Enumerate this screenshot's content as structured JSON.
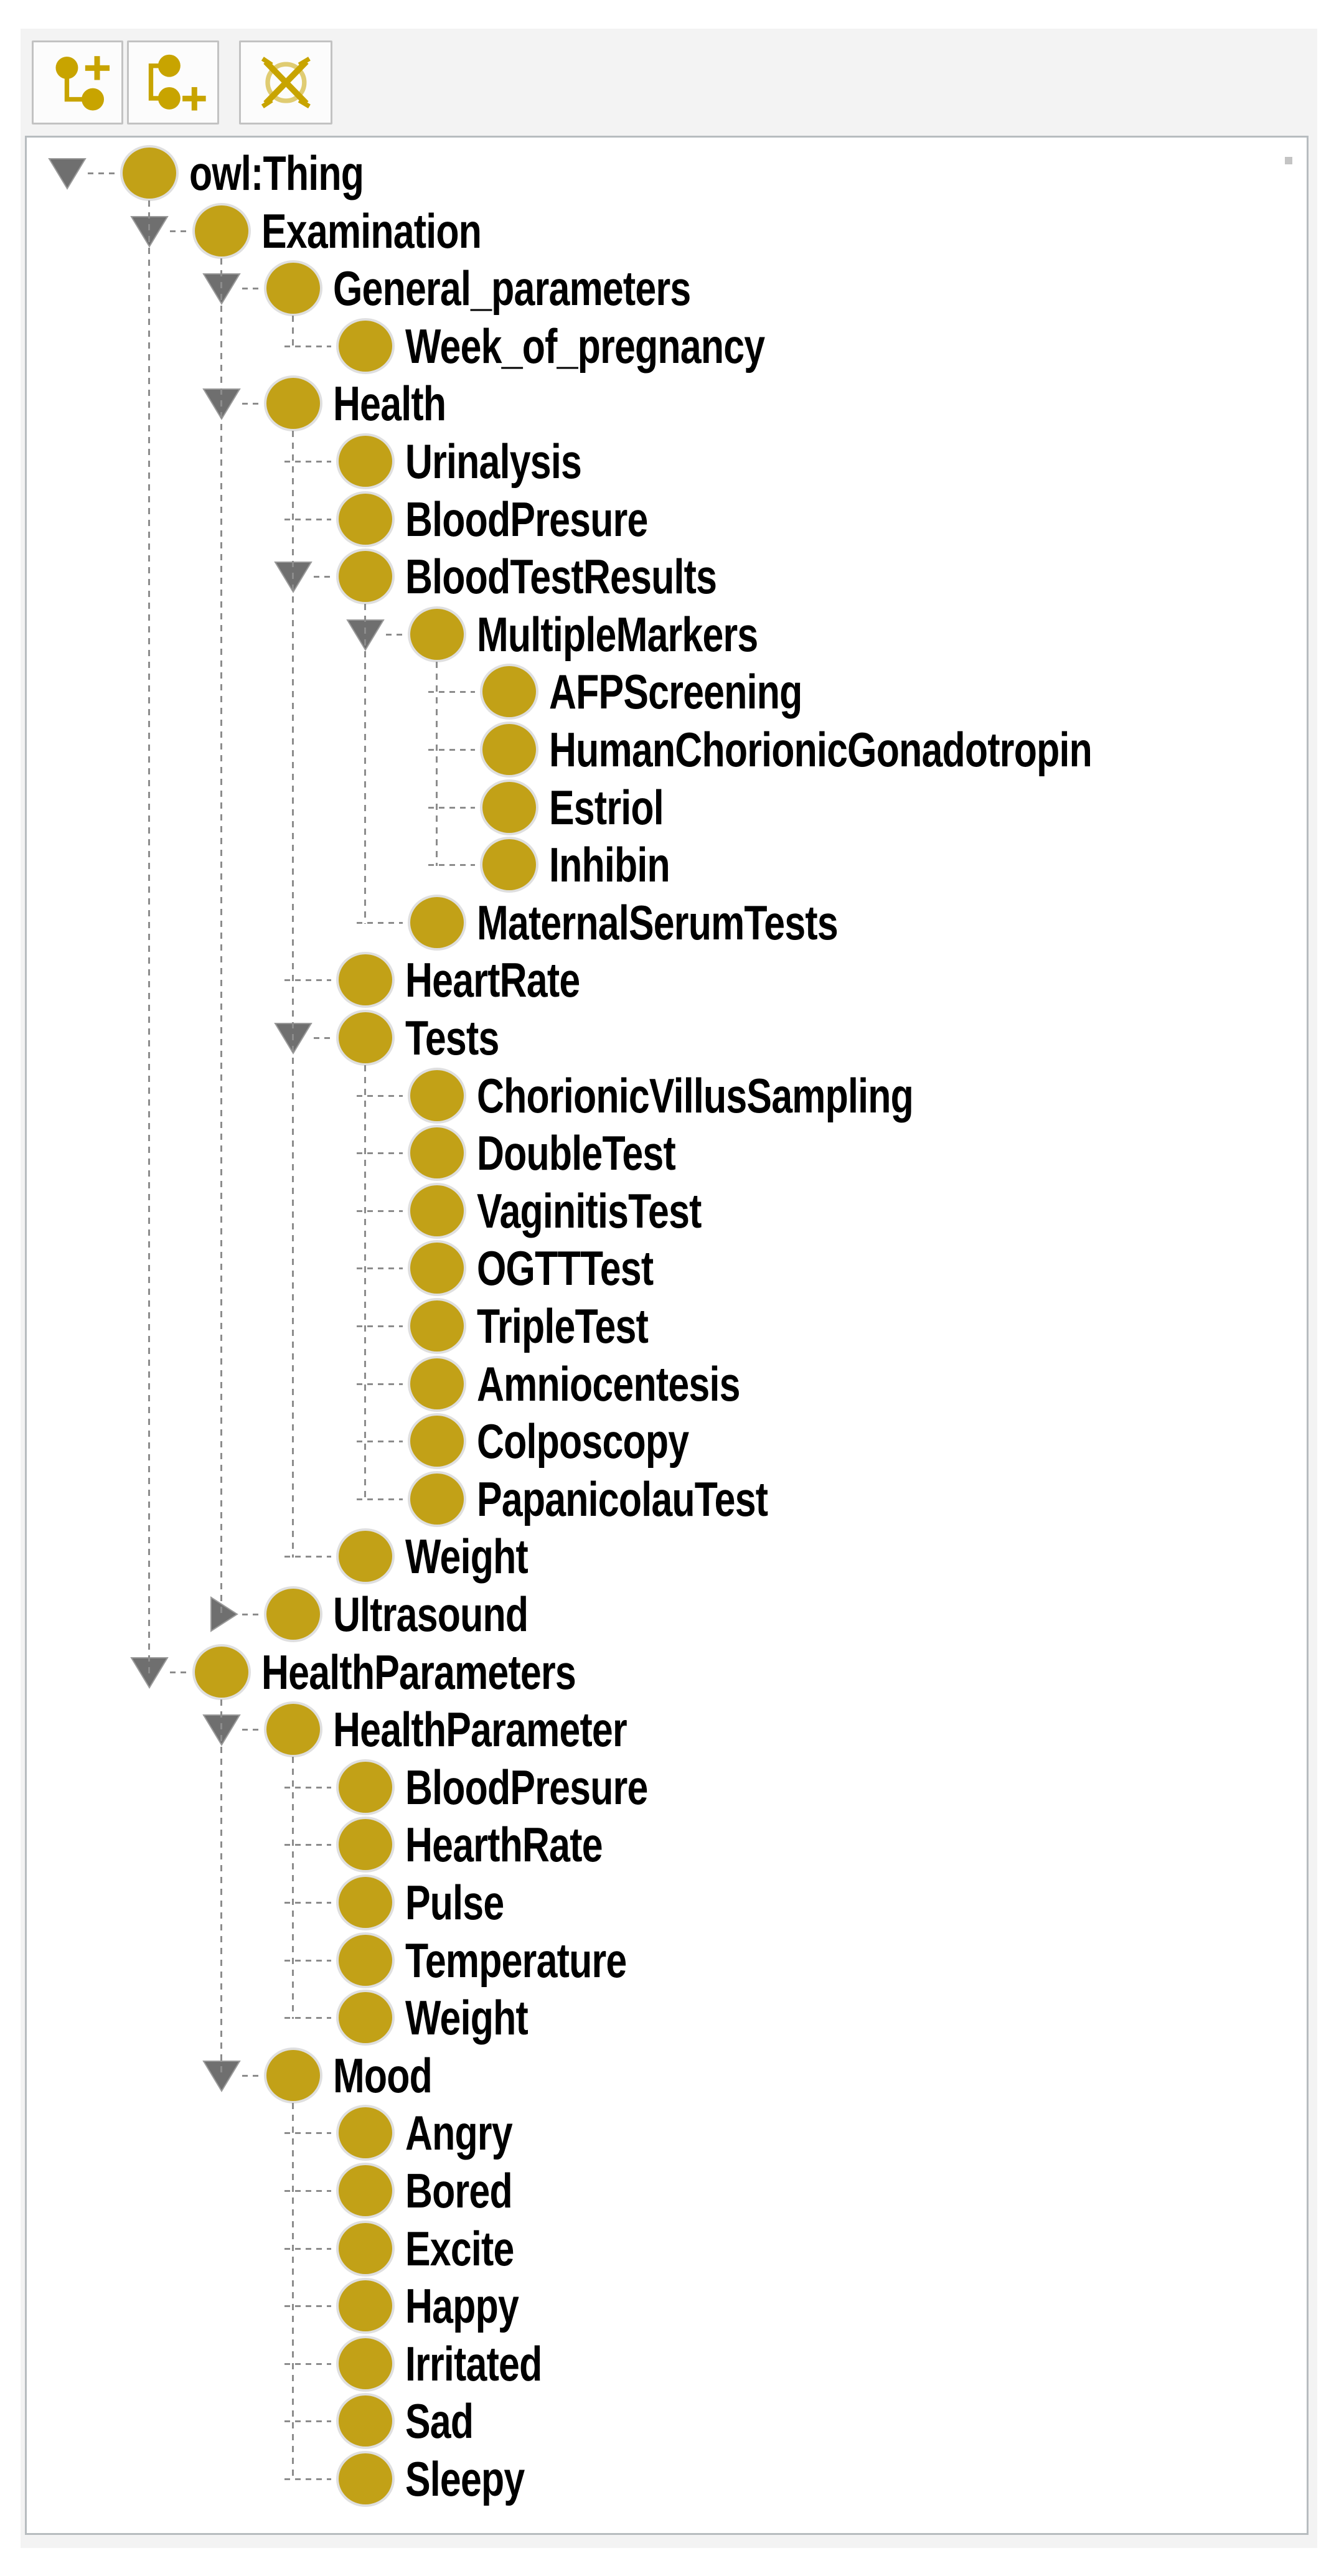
{
  "widget": {
    "kind": "class-hierarchy-tree"
  },
  "toolbar": {
    "buttons": [
      {
        "id": "add-subclass-button",
        "icon": "add-subclass-icon"
      },
      {
        "id": "add-sibling-class-button",
        "icon": "add-sibling-class-icon"
      },
      {
        "id": "delete-class-button",
        "icon": "delete-class-icon"
      }
    ]
  },
  "tree": {
    "rows": [
      {
        "label": "owl:Thing",
        "level": 0,
        "state": "expanded"
      },
      {
        "label": "Examination",
        "level": 1,
        "state": "expanded"
      },
      {
        "label": "General_parameters",
        "level": 2,
        "state": "expanded"
      },
      {
        "label": "Week_of_pregnancy",
        "level": 3,
        "state": "leaf"
      },
      {
        "label": "Health",
        "level": 2,
        "state": "expanded"
      },
      {
        "label": "Urinalysis",
        "level": 3,
        "state": "leaf"
      },
      {
        "label": "BloodPresure",
        "level": 3,
        "state": "leaf"
      },
      {
        "label": "BloodTestResults",
        "level": 3,
        "state": "expanded"
      },
      {
        "label": "MultipleMarkers",
        "level": 4,
        "state": "expanded"
      },
      {
        "label": "AFPScreening",
        "level": 5,
        "state": "leaf"
      },
      {
        "label": "HumanChorionicGonadotropin",
        "level": 5,
        "state": "leaf"
      },
      {
        "label": "Estriol",
        "level": 5,
        "state": "leaf"
      },
      {
        "label": "Inhibin",
        "level": 5,
        "state": "leaf"
      },
      {
        "label": "MaternalSerumTests",
        "level": 4,
        "state": "leaf"
      },
      {
        "label": "HeartRate",
        "level": 3,
        "state": "leaf"
      },
      {
        "label": "Tests",
        "level": 3,
        "state": "expanded"
      },
      {
        "label": "ChorionicVillusSampling",
        "level": 4,
        "state": "leaf"
      },
      {
        "label": "DoubleTest",
        "level": 4,
        "state": "leaf"
      },
      {
        "label": "VaginitisTest",
        "level": 4,
        "state": "leaf"
      },
      {
        "label": "OGTTTest",
        "level": 4,
        "state": "leaf"
      },
      {
        "label": "TripleTest",
        "level": 4,
        "state": "leaf"
      },
      {
        "label": "Amniocentesis",
        "level": 4,
        "state": "leaf"
      },
      {
        "label": "Colposcopy",
        "level": 4,
        "state": "leaf"
      },
      {
        "label": "PapanicolauTest",
        "level": 4,
        "state": "leaf"
      },
      {
        "label": "Weight",
        "level": 3,
        "state": "leaf"
      },
      {
        "label": "Ultrasound",
        "level": 2,
        "state": "collapsed"
      },
      {
        "label": "HealthParameters",
        "level": 1,
        "state": "expanded"
      },
      {
        "label": "HealthParameter",
        "level": 2,
        "state": "expanded"
      },
      {
        "label": "BloodPresure",
        "level": 3,
        "state": "leaf"
      },
      {
        "label": "HearthRate",
        "level": 3,
        "state": "leaf"
      },
      {
        "label": "Pulse",
        "level": 3,
        "state": "leaf"
      },
      {
        "label": "Temperature",
        "level": 3,
        "state": "leaf"
      },
      {
        "label": "Weight",
        "level": 3,
        "state": "leaf"
      },
      {
        "label": "Mood",
        "level": 2,
        "state": "expanded"
      },
      {
        "label": "Angry",
        "level": 3,
        "state": "leaf"
      },
      {
        "label": "Bored",
        "level": 3,
        "state": "leaf"
      },
      {
        "label": "Excite",
        "level": 3,
        "state": "leaf"
      },
      {
        "label": "Happy",
        "level": 3,
        "state": "leaf"
      },
      {
        "label": "Irritated",
        "level": 3,
        "state": "leaf"
      },
      {
        "label": "Sad",
        "level": 3,
        "state": "leaf"
      },
      {
        "label": "Sleepy",
        "level": 3,
        "state": "leaf"
      }
    ]
  },
  "colors": {
    "class_icon": "#C2A117",
    "toolbar_icon": "#C8A400",
    "toggle_triangle": "#6F6F6F",
    "connector": "#8C8C8C",
    "panel_border": "#B7BCBF",
    "widget_background": "#F3F3F3",
    "button_border": "#C2C2C2"
  }
}
